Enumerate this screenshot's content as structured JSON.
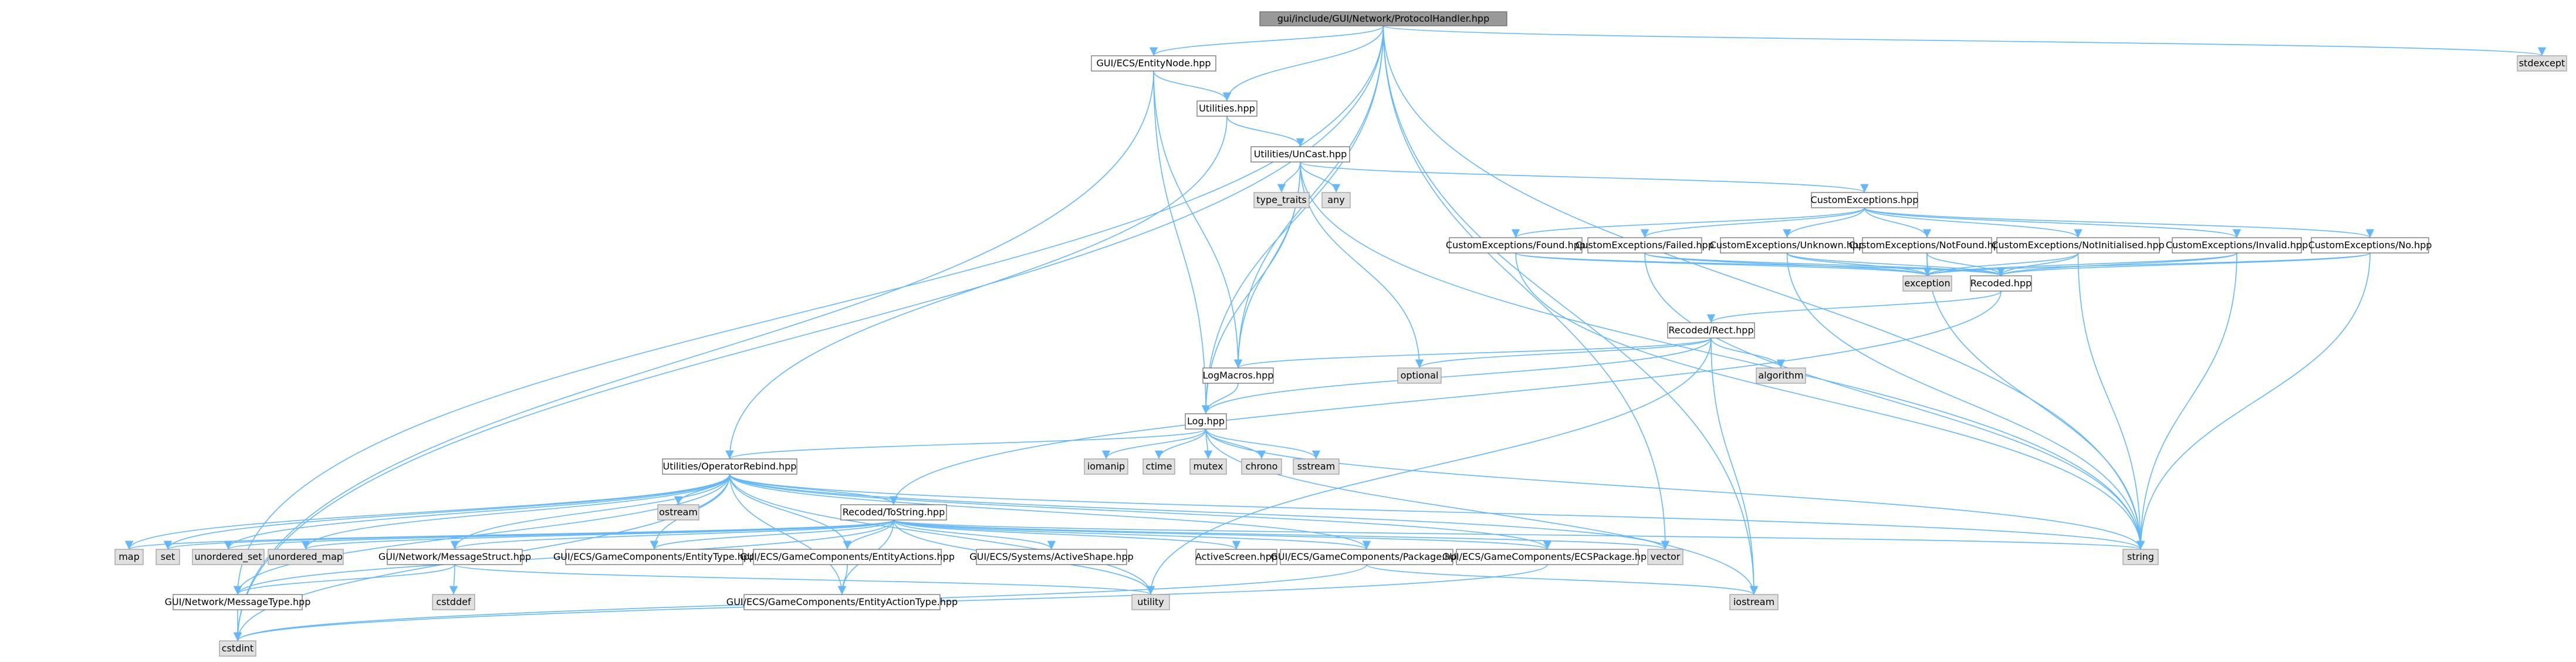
{
  "colors": {
    "edge": "#63b8ff",
    "root_fill": "#999999",
    "root_stroke": "#666666",
    "file_fill": "#ffffff",
    "file_stroke": "#666666",
    "system_fill": "#e0e0e0",
    "system_stroke": "#999999"
  },
  "nodes": [
    {
      "id": "root",
      "label": "gui/include/GUI/Network/ProtocolHandler.hpp",
      "kind": "root"
    },
    {
      "id": "stdexcept",
      "label": "stdexcept",
      "kind": "system"
    },
    {
      "id": "entitynode",
      "label": "GUI/ECS/EntityNode.hpp",
      "kind": "file"
    },
    {
      "id": "utilities",
      "label": "Utilities.hpp",
      "kind": "file"
    },
    {
      "id": "unicast",
      "label": "Utilities/UnCast.hpp",
      "kind": "file"
    },
    {
      "id": "type_traits",
      "label": "type_traits",
      "kind": "system"
    },
    {
      "id": "any",
      "label": "any",
      "kind": "system"
    },
    {
      "id": "customexceptions",
      "label": "CustomExceptions.hpp",
      "kind": "file"
    },
    {
      "id": "ce_found",
      "label": "CustomExceptions/Found.hpp",
      "kind": "file"
    },
    {
      "id": "ce_failed",
      "label": "CustomExceptions/Failed.hpp",
      "kind": "file"
    },
    {
      "id": "ce_unknown",
      "label": "CustomExceptions/Unknown.hpp",
      "kind": "file"
    },
    {
      "id": "ce_notfound",
      "label": "CustomExceptions/NotFound.hpp",
      "kind": "file"
    },
    {
      "id": "ce_notinit",
      "label": "CustomExceptions/NotInitialised.hpp",
      "kind": "file"
    },
    {
      "id": "ce_invalid",
      "label": "CustomExceptions/Invalid.hpp",
      "kind": "file"
    },
    {
      "id": "ce_no",
      "label": "CustomExceptions/No.hpp",
      "kind": "file"
    },
    {
      "id": "exception",
      "label": "exception",
      "kind": "system"
    },
    {
      "id": "recoded",
      "label": "Recoded.hpp",
      "kind": "file"
    },
    {
      "id": "recoded_rect",
      "label": "Recoded/Rect.hpp",
      "kind": "file"
    },
    {
      "id": "algorithm",
      "label": "algorithm",
      "kind": "system"
    },
    {
      "id": "optional",
      "label": "optional",
      "kind": "system"
    },
    {
      "id": "logmacros",
      "label": "LogMacros.hpp",
      "kind": "file"
    },
    {
      "id": "log",
      "label": "Log.hpp",
      "kind": "file"
    },
    {
      "id": "iomanip",
      "label": "iomanip",
      "kind": "system"
    },
    {
      "id": "ctime",
      "label": "ctime",
      "kind": "system"
    },
    {
      "id": "mutex",
      "label": "mutex",
      "kind": "system"
    },
    {
      "id": "chrono",
      "label": "chrono",
      "kind": "system"
    },
    {
      "id": "sstream",
      "label": "sstream",
      "kind": "system"
    },
    {
      "id": "opreb",
      "label": "Utilities/OperatorRebind.hpp",
      "kind": "file"
    },
    {
      "id": "ostream",
      "label": "ostream",
      "kind": "system"
    },
    {
      "id": "tostring",
      "label": "Recoded/ToString.hpp",
      "kind": "file"
    },
    {
      "id": "map",
      "label": "map",
      "kind": "system"
    },
    {
      "id": "set",
      "label": "set",
      "kind": "system"
    },
    {
      "id": "unordered_set",
      "label": "unordered_set",
      "kind": "system"
    },
    {
      "id": "unordered_map",
      "label": "unordered_map",
      "kind": "system"
    },
    {
      "id": "msgstruct",
      "label": "GUI/Network/MessageStruct.hpp",
      "kind": "file"
    },
    {
      "id": "entitytype",
      "label": "GUI/ECS/GameComponents/EntityType.hpp",
      "kind": "file"
    },
    {
      "id": "entityactions",
      "label": "GUI/ECS/GameComponents/EntityActions.hpp",
      "kind": "file"
    },
    {
      "id": "activeshape",
      "label": "GUI/ECS/Systems/ActiveShape.hpp",
      "kind": "file"
    },
    {
      "id": "activescreen",
      "label": "ActiveScreen.hpp",
      "kind": "file"
    },
    {
      "id": "package",
      "label": "GUI/ECS/GameComponents/Package.hpp",
      "kind": "file"
    },
    {
      "id": "ecspackage",
      "label": "GUI/ECS/GameComponents/ECSPackage.hpp",
      "kind": "file"
    },
    {
      "id": "vector",
      "label": "vector",
      "kind": "system"
    },
    {
      "id": "string",
      "label": "string",
      "kind": "system"
    },
    {
      "id": "cstddef",
      "label": "cstddef",
      "kind": "system"
    },
    {
      "id": "msgtype",
      "label": "GUI/Network/MessageType.hpp",
      "kind": "file"
    },
    {
      "id": "entityactiontype",
      "label": "GUI/ECS/GameComponents/EntityActionType.hpp",
      "kind": "file"
    },
    {
      "id": "utility",
      "label": "utility",
      "kind": "system"
    },
    {
      "id": "iostream",
      "label": "iostream",
      "kind": "system"
    },
    {
      "id": "cstdint",
      "label": "cstdint",
      "kind": "system"
    }
  ],
  "edges": [
    [
      "root",
      "stdexcept"
    ],
    [
      "root",
      "entitynode"
    ],
    [
      "root",
      "utilities"
    ],
    [
      "root",
      "log"
    ],
    [
      "root",
      "logmacros"
    ],
    [
      "root",
      "string"
    ],
    [
      "root",
      "iostream"
    ],
    [
      "root",
      "vector"
    ],
    [
      "root",
      "msgtype"
    ],
    [
      "root",
      "cstdint"
    ],
    [
      "entitynode",
      "utilities"
    ],
    [
      "entitynode",
      "log"
    ],
    [
      "entitynode",
      "logmacros"
    ],
    [
      "entitynode",
      "cstdint"
    ],
    [
      "utilities",
      "unicast"
    ],
    [
      "utilities",
      "opreb"
    ],
    [
      "unicast",
      "type_traits"
    ],
    [
      "unicast",
      "any"
    ],
    [
      "unicast",
      "customexceptions"
    ],
    [
      "unicast",
      "optional"
    ],
    [
      "unicast",
      "logmacros"
    ],
    [
      "unicast",
      "log"
    ],
    [
      "unicast",
      "string"
    ],
    [
      "customexceptions",
      "ce_found"
    ],
    [
      "customexceptions",
      "ce_failed"
    ],
    [
      "customexceptions",
      "ce_unknown"
    ],
    [
      "customexceptions",
      "ce_notfound"
    ],
    [
      "customexceptions",
      "ce_notinit"
    ],
    [
      "customexceptions",
      "ce_invalid"
    ],
    [
      "customexceptions",
      "ce_no"
    ],
    [
      "ce_found",
      "exception"
    ],
    [
      "ce_found",
      "string"
    ],
    [
      "ce_found",
      "recoded"
    ],
    [
      "ce_failed",
      "exception"
    ],
    [
      "ce_failed",
      "string"
    ],
    [
      "ce_failed",
      "recoded"
    ],
    [
      "ce_unknown",
      "exception"
    ],
    [
      "ce_unknown",
      "string"
    ],
    [
      "ce_unknown",
      "recoded"
    ],
    [
      "ce_notfound",
      "exception"
    ],
    [
      "ce_notfound",
      "string"
    ],
    [
      "ce_notfound",
      "recoded"
    ],
    [
      "ce_notinit",
      "exception"
    ],
    [
      "ce_notinit",
      "string"
    ],
    [
      "ce_notinit",
      "recoded"
    ],
    [
      "ce_invalid",
      "exception"
    ],
    [
      "ce_invalid",
      "string"
    ],
    [
      "ce_invalid",
      "recoded"
    ],
    [
      "ce_no",
      "exception"
    ],
    [
      "ce_no",
      "string"
    ],
    [
      "ce_no",
      "recoded"
    ],
    [
      "recoded",
      "recoded_rect"
    ],
    [
      "recoded",
      "tostring"
    ],
    [
      "recoded_rect",
      "algorithm"
    ],
    [
      "recoded_rect",
      "optional"
    ],
    [
      "recoded_rect",
      "logmacros"
    ],
    [
      "recoded_rect",
      "log"
    ],
    [
      "recoded_rect",
      "utility"
    ],
    [
      "recoded_rect",
      "iostream"
    ],
    [
      "logmacros",
      "log"
    ],
    [
      "log",
      "iomanip"
    ],
    [
      "log",
      "ctime"
    ],
    [
      "log",
      "mutex"
    ],
    [
      "log",
      "chrono"
    ],
    [
      "log",
      "sstream"
    ],
    [
      "log",
      "string"
    ],
    [
      "log",
      "iostream"
    ],
    [
      "log",
      "opreb"
    ],
    [
      "opreb",
      "ostream"
    ],
    [
      "opreb",
      "tostring"
    ],
    [
      "opreb",
      "map"
    ],
    [
      "opreb",
      "set"
    ],
    [
      "opreb",
      "unordered_set"
    ],
    [
      "opreb",
      "unordered_map"
    ],
    [
      "opreb",
      "msgstruct"
    ],
    [
      "opreb",
      "entitytype"
    ],
    [
      "opreb",
      "entityactions"
    ],
    [
      "opreb",
      "package"
    ],
    [
      "opreb",
      "ecspackage"
    ],
    [
      "opreb",
      "vector"
    ],
    [
      "opreb",
      "string"
    ],
    [
      "opreb",
      "msgtype"
    ],
    [
      "opreb",
      "entityactiontype"
    ],
    [
      "opreb",
      "utility"
    ],
    [
      "opreb",
      "cstdint"
    ],
    [
      "tostring",
      "map"
    ],
    [
      "tostring",
      "set"
    ],
    [
      "tostring",
      "unordered_set"
    ],
    [
      "tostring",
      "unordered_map"
    ],
    [
      "tostring",
      "msgstruct"
    ],
    [
      "tostring",
      "entitytype"
    ],
    [
      "tostring",
      "entityactions"
    ],
    [
      "tostring",
      "activeshape"
    ],
    [
      "tostring",
      "activescreen"
    ],
    [
      "tostring",
      "package"
    ],
    [
      "tostring",
      "ecspackage"
    ],
    [
      "tostring",
      "vector"
    ],
    [
      "tostring",
      "string"
    ],
    [
      "tostring",
      "msgtype"
    ],
    [
      "tostring",
      "entityactiontype"
    ],
    [
      "tostring",
      "utility"
    ],
    [
      "msgstruct",
      "cstddef"
    ],
    [
      "msgstruct",
      "msgtype"
    ],
    [
      "msgstruct",
      "utility"
    ],
    [
      "entityactions",
      "entityactiontype"
    ],
    [
      "package",
      "cstdint"
    ],
    [
      "package",
      "iostream"
    ],
    [
      "ecspackage",
      "cstdint"
    ],
    [
      "msgtype",
      "cstdint"
    ]
  ]
}
